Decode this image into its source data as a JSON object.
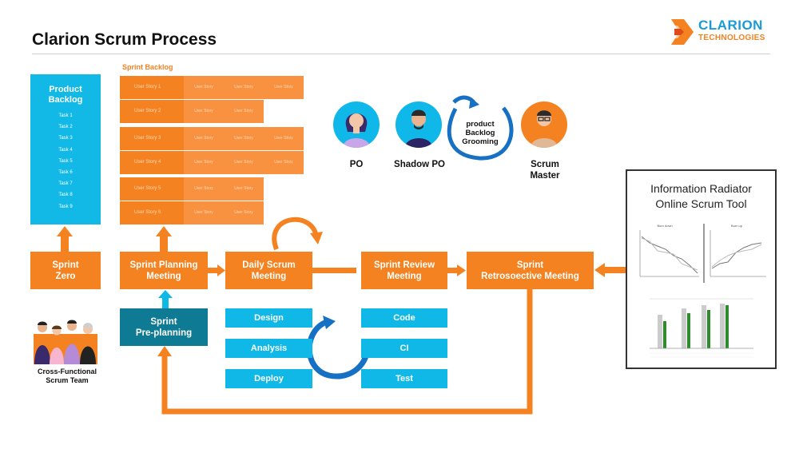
{
  "title": "Clarion Scrum Process",
  "logo": {
    "line1": "CLARION",
    "line2": "TECHNOLOGIES"
  },
  "product_backlog": {
    "title_line1": "Product",
    "title_line2": "Backlog",
    "tasks": [
      "Task 1",
      "Task 2",
      "Task 3",
      "Task 4",
      "Task 5",
      "Task 6",
      "Task 7",
      "Task 8",
      "Task 9"
    ]
  },
  "sprint_backlog": {
    "label": "Sprint Backlog",
    "rows": [
      {
        "story": "User Story 1",
        "cells": [
          "User Story",
          "User Story",
          "User Story"
        ]
      },
      {
        "story": "User Story 2",
        "cells": [
          "User Story",
          "User Story"
        ]
      },
      {
        "story": "User Story 3",
        "cells": [
          "User Story",
          "User Story",
          "User Story"
        ]
      },
      {
        "story": "User Story 4",
        "cells": [
          "User Story",
          "User Story",
          "User Story"
        ]
      },
      {
        "story": "User Story 5",
        "cells": [
          "User Story",
          "User Story"
        ]
      },
      {
        "story": "User Story 6",
        "cells": [
          "User Story",
          "User Story"
        ]
      }
    ]
  },
  "roles": {
    "po": "PO",
    "shadow_po": "Shadow PO",
    "grooming_line1": "product",
    "grooming_line2": "Backlog",
    "grooming_line3": "Grooming",
    "scrum_master_line1": "Scrum",
    "scrum_master_line2": "Master"
  },
  "flow": {
    "sprint_zero_line1": "Sprint",
    "sprint_zero_line2": "Zero",
    "planning_line1": "Sprint Planning",
    "planning_line2": "Meeting",
    "daily_line1": "Daily Scrum",
    "daily_line2": "Meeting",
    "review_line1": "Sprint Review",
    "review_line2": "Meeting",
    "retro_line1": "Sprint",
    "retro_line2": "Retrosoective Meeting",
    "preplanning_line1": "Sprint",
    "preplanning_line2": "Pre-planning"
  },
  "activities": {
    "left": [
      "Design",
      "Analysis",
      "Deploy"
    ],
    "right": [
      "Code",
      "CI",
      "Test"
    ]
  },
  "team": {
    "line1": "Cross-Functional",
    "line2": "Scrum Team"
  },
  "radiator": {
    "line1": "Information Radiator",
    "line2": "Online Scrum Tool",
    "chart1_title": "Burn down",
    "chart2_title": "Burn up"
  },
  "colors": {
    "orange": "#f58220",
    "blue": "#10b8e8",
    "teal": "#0e7a93",
    "loop_blue": "#1670c4"
  }
}
